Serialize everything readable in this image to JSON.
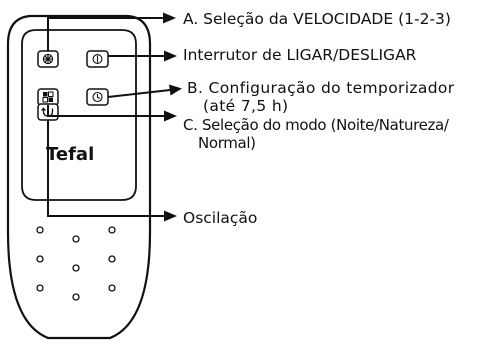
{
  "brand": "Tefal",
  "remote": {
    "buttons": [
      {
        "name": "speed-button",
        "icon": "fan-icon"
      },
      {
        "name": "power-button",
        "icon": "power-icon"
      },
      {
        "name": "mode-button",
        "icon": "mode-grid-icon"
      },
      {
        "name": "timer-button",
        "icon": "clock-icon"
      },
      {
        "name": "oscillation-button",
        "icon": "oscillation-arrow-icon"
      }
    ]
  },
  "callouts": {
    "speed": "A. Seleção da VELOCIDADE (1-2-3)",
    "power": "Interrutor de LIGAR/DESLIGAR",
    "timer_line1": "B. Configuração do temporizador",
    "timer_line2": "(até 7,5 h)",
    "mode_line1": "C. Seleção do modo (Noite/Natureza/",
    "mode_line2": "Normal)",
    "oscillation": "Oscilação"
  },
  "colors": {
    "line": "#111111",
    "background": "#ffffff"
  }
}
